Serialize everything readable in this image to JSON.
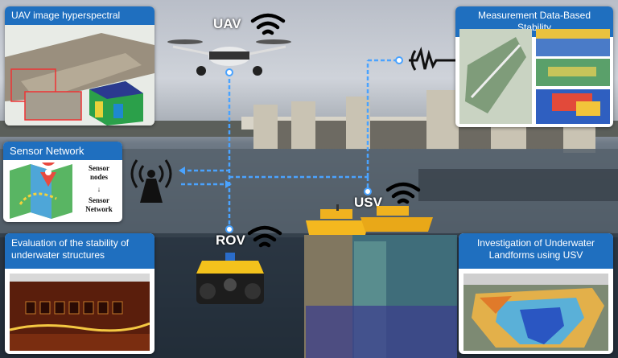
{
  "uav_card": {
    "title": "UAV image hyperspectral survey"
  },
  "stability_card": {
    "title": "Measurement Data-Based Stability"
  },
  "sensor_card": {
    "title": "Sensor Network",
    "line1": "Sensor",
    "line2": "nodes",
    "arrow": "↓",
    "line3": "Sensor",
    "line4": "Network"
  },
  "underwater_card": {
    "title_line1": "Evaluation of the stability of",
    "title_line2": "underwater structures"
  },
  "landform_card": {
    "title_line1": "Investigation of Underwater",
    "title_line2": "Landforms using USV"
  },
  "labels": {
    "uav": "UAV",
    "usv": "USV",
    "rov": "ROV"
  },
  "colors": {
    "accent_blue": "#1f6fbf",
    "link_line": "#4aa3ff",
    "wifi": "#000000"
  }
}
